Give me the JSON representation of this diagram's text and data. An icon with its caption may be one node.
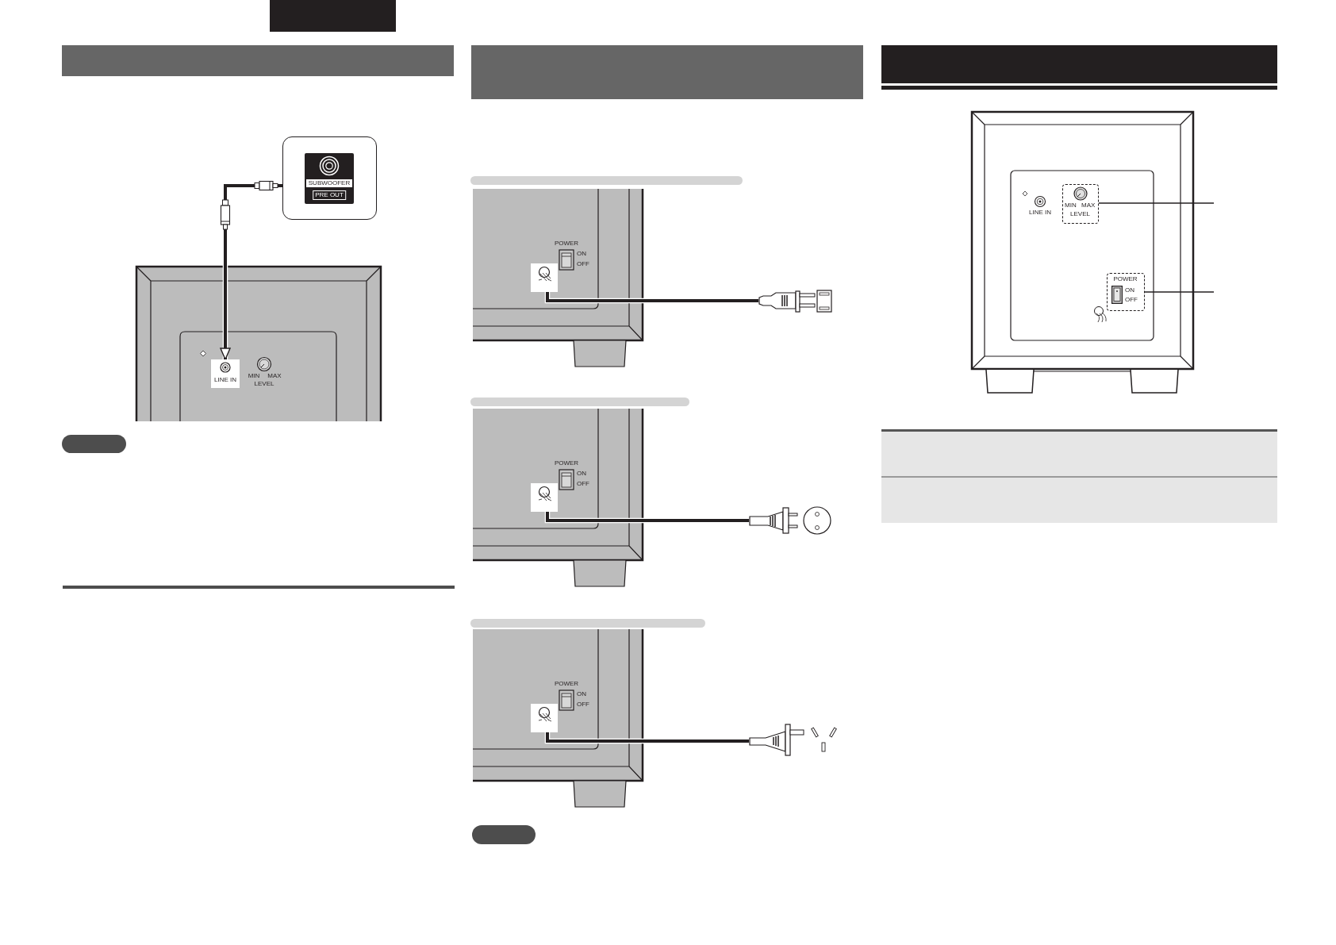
{
  "diagram": {
    "nodes": [
      {
        "text": [
          "SUBWOOFER",
          "PRE OUT"
        ]
      },
      {
        "text": [
          "LINE IN"
        ]
      },
      {
        "text": [],
        "shape": "box"
      },
      {
        "text": [],
        "shape": "picture"
      },
      {
        "text": [],
        "shape": "picture"
      },
      {
        "text": [],
        "shape": "picture"
      },
      {
        "text": [],
        "shape": "picture"
      },
      {
        "text": [],
        "shape": "picture"
      },
      {
        "text": [],
        "shape": "picture"
      },
      {
        "text": [],
        "shape": "box"
      },
      {
        "text": [
          "MIN",
          "MAX",
          "LEVEL"
        ]
      },
      {
        "text": [
          "POWER",
          "ON",
          "OFF"
        ]
      }
    ],
    "edges": [
      {
        "from": 0,
        "to": 1,
        "arrow": "to"
      },
      {
        "from": 3,
        "to": 4,
        "arrow": "none"
      },
      {
        "from": 5,
        "to": 6,
        "arrow": "none"
      },
      {
        "from": 7,
        "to": 8,
        "arrow": "none"
      },
      {
        "from": null,
        "to": 10,
        "arrow": "none"
      },
      {
        "from": null,
        "to": 11,
        "arrow": "none"
      }
    ],
    "labels": [
      "MIN",
      "MAX",
      "LEVEL",
      "POWER",
      "ON",
      "OFF",
      "POWER",
      "ON",
      "OFF",
      "POWER",
      "ON",
      "OFF",
      "LINE IN"
    ]
  }
}
